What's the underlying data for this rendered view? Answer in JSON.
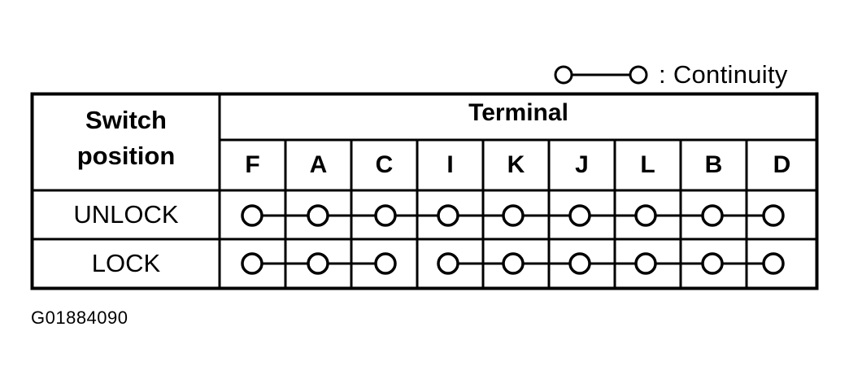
{
  "legend": {
    "symbol": "circle-line-circle",
    "text": ": Continuity"
  },
  "table": {
    "header": {
      "switch_position_line1": "Switch",
      "switch_position_line2": "position",
      "terminal": "Terminal"
    },
    "terminals": [
      "F",
      "A",
      "C",
      "I",
      "K",
      "J",
      "L",
      "B",
      "D"
    ],
    "rows": [
      {
        "label": "UNLOCK",
        "continuity_groups": [
          [
            "F",
            "A",
            "C",
            "I",
            "K",
            "J",
            "L",
            "B",
            "D"
          ]
        ]
      },
      {
        "label": "LOCK",
        "continuity_groups": [
          [
            "F",
            "A",
            "C"
          ],
          [
            "I",
            "K",
            "J",
            "L",
            "B",
            "D"
          ]
        ]
      }
    ]
  },
  "figure_id": "G01884090"
}
